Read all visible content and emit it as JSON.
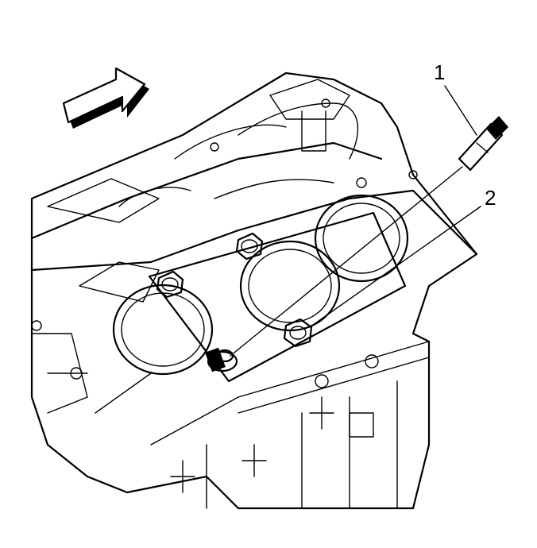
{
  "callouts": [
    {
      "id": "1",
      "label": "1"
    },
    {
      "id": "2",
      "label": "2"
    }
  ],
  "icons": {
    "direction_arrow": "front-direction-arrow-icon",
    "dowel_pin": "dowel-pin-icon",
    "bolt": "bolt-icon"
  },
  "colors": {
    "line": "#000000",
    "background": "#ffffff",
    "arrow_shadow": "#000000"
  }
}
